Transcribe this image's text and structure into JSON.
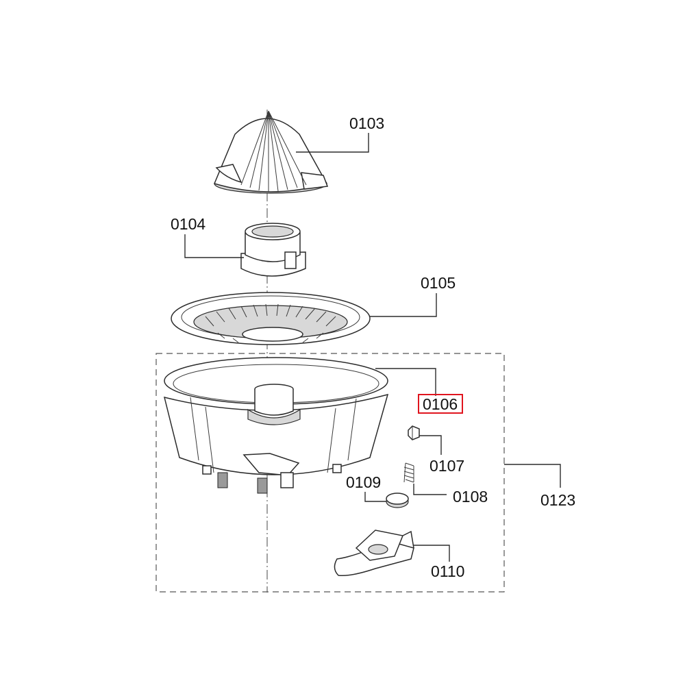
{
  "parts": [
    {
      "id": "p0103",
      "label": "0103",
      "name": "juicing-cone"
    },
    {
      "id": "p0104",
      "label": "0104",
      "name": "drive-coupling"
    },
    {
      "id": "p0105",
      "label": "0105",
      "name": "strainer-sieve"
    },
    {
      "id": "p0106",
      "label": "0106",
      "name": "juice-container",
      "highlighted": true
    },
    {
      "id": "p0107",
      "label": "0107",
      "name": "valve-plug"
    },
    {
      "id": "p0108",
      "label": "0108",
      "name": "spring"
    },
    {
      "id": "p0109",
      "label": "0109",
      "name": "valve-seal"
    },
    {
      "id": "p0110",
      "label": "0110",
      "name": "spout-lever"
    },
    {
      "id": "p0123",
      "label": "0123",
      "name": "container-assembly"
    }
  ],
  "colors": {
    "line": "#2b2b2b",
    "highlight_box": "#e0141e",
    "background": "#ffffff"
  }
}
